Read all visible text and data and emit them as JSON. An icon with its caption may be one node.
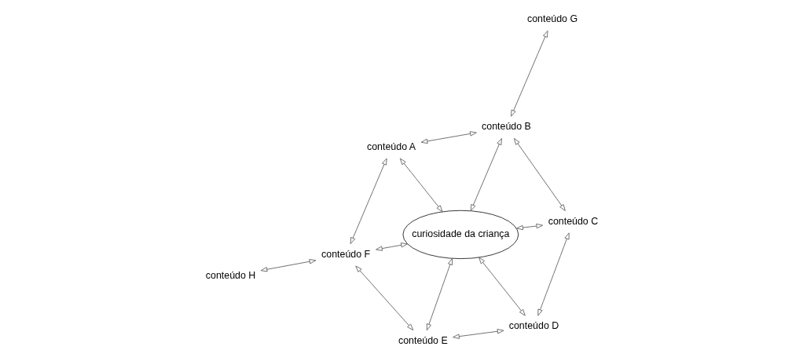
{
  "diagram": {
    "nodes": [
      {
        "text": [
          "conteúdo H"
        ]
      },
      {
        "text": [
          "conteúdo A"
        ]
      },
      {
        "text": [
          "conteúdo F"
        ]
      },
      {
        "text": [
          "conteúdo B"
        ]
      },
      {
        "text": [
          "curiosidade da criança"
        ]
      },
      {
        "text": [
          "conteúdo G"
        ]
      },
      {
        "text": [
          "conteúdo E"
        ]
      },
      {
        "text": [
          "conteúdo C"
        ]
      },
      {
        "text": [
          "conteúdo D"
        ]
      }
    ],
    "edges": [
      {
        "from": 0,
        "to": 2,
        "arrow": "both"
      },
      {
        "from": 2,
        "to": 1,
        "arrow": "both"
      },
      {
        "from": 1,
        "to": 4,
        "arrow": "both"
      },
      {
        "from": 1,
        "to": 3,
        "arrow": "both"
      },
      {
        "from": 2,
        "to": 4,
        "arrow": "both"
      },
      {
        "from": 3,
        "to": 4,
        "arrow": "both"
      },
      {
        "from": 3,
        "to": 5,
        "arrow": "both"
      },
      {
        "from": 2,
        "to": 6,
        "arrow": "both"
      },
      {
        "from": 3,
        "to": 7,
        "arrow": "both"
      },
      {
        "from": 6,
        "to": 4,
        "arrow": "both"
      },
      {
        "from": 7,
        "to": 4,
        "arrow": "both"
      },
      {
        "from": 4,
        "to": 8,
        "arrow": "both"
      },
      {
        "from": 6,
        "to": 8,
        "arrow": "both"
      },
      {
        "from": 8,
        "to": 7,
        "arrow": "both"
      }
    ]
  }
}
